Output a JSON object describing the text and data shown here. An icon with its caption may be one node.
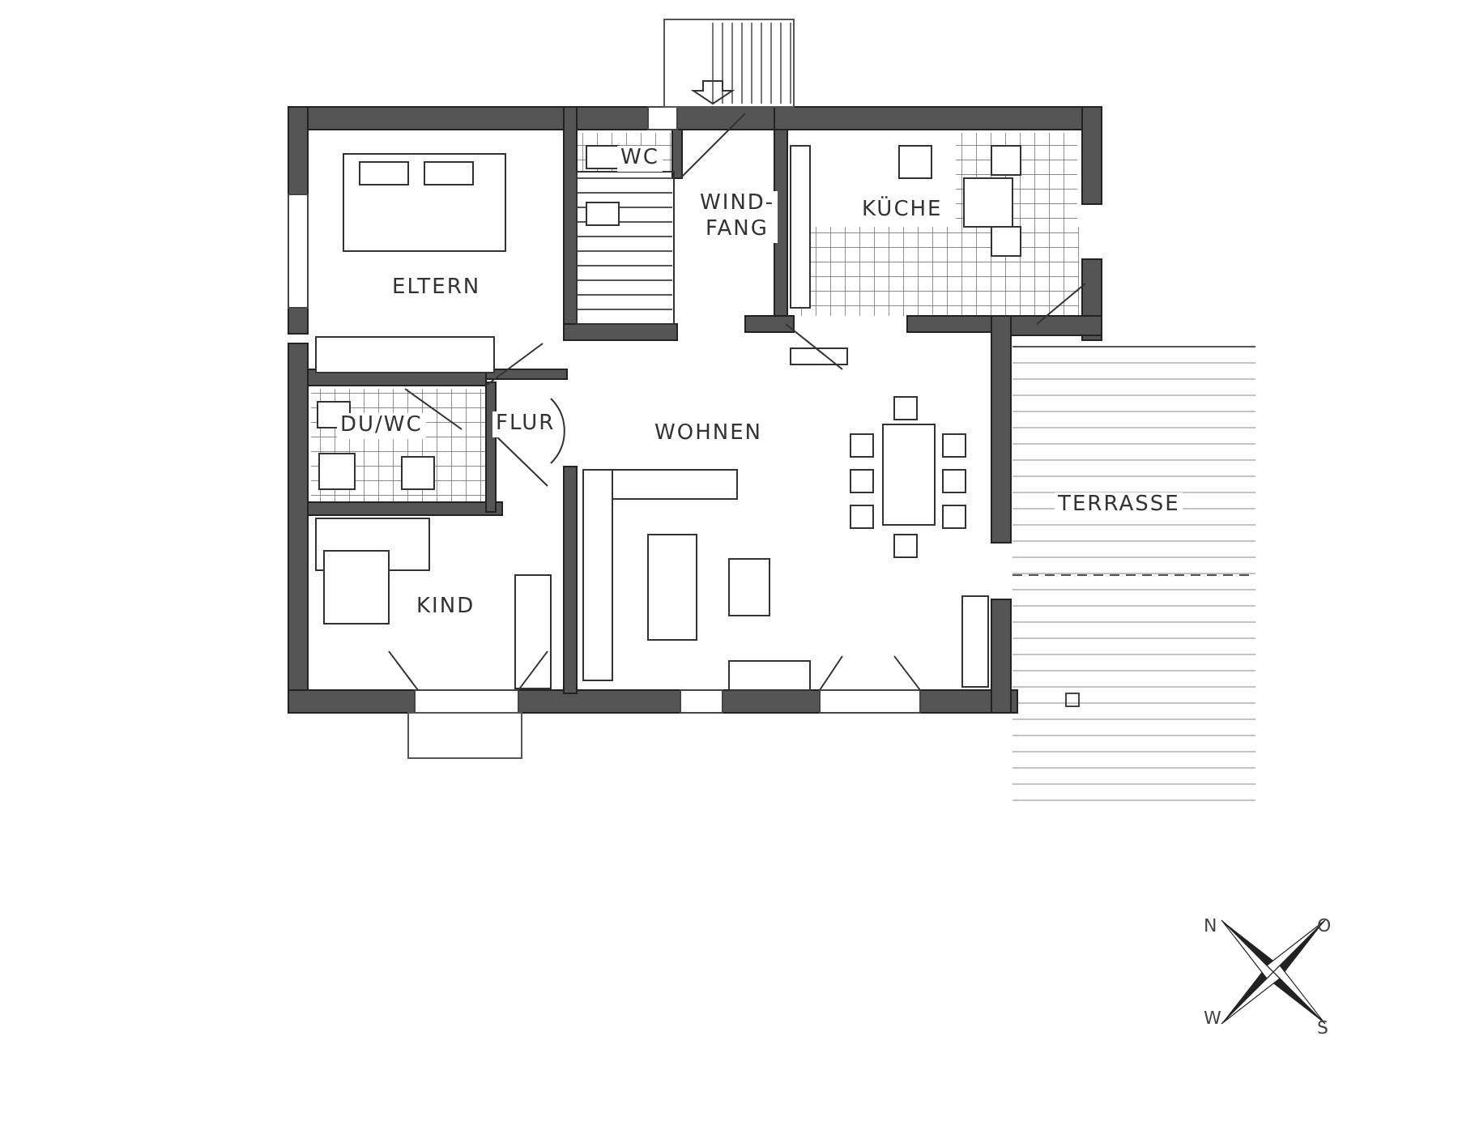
{
  "diagram": {
    "nodes": [
      {
        "text": [
          "ELTERN"
        ]
      },
      {
        "text": [
          "WC"
        ]
      },
      {
        "text": [
          "WIND- FANG"
        ]
      },
      {
        "text": [
          "KÜCHE"
        ]
      },
      {
        "text": [
          "DU/WC"
        ]
      },
      {
        "text": [
          "FLUR"
        ]
      },
      {
        "text": [
          "WOHNEN"
        ]
      },
      {
        "text": [
          "TERRASSE"
        ]
      },
      {
        "text": [
          "KIND"
        ]
      }
    ],
    "labels": [
      "N",
      "O",
      "W",
      "S"
    ]
  }
}
